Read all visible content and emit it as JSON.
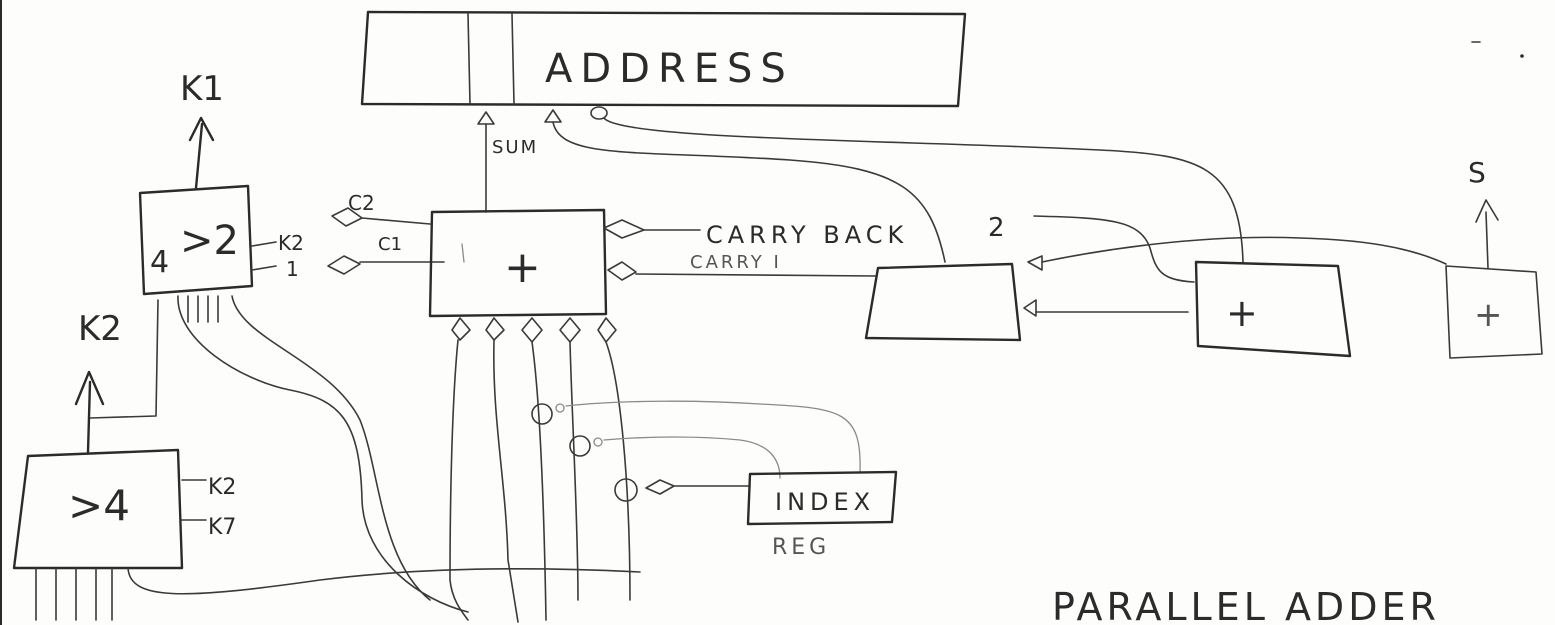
{
  "address_register": {
    "label": "ADDRESS"
  },
  "k1_output": {
    "label": "K1"
  },
  "comparator_gt2": {
    "symbol": ">2",
    "in_label": "4",
    "k2_label": "K2",
    "one_label": "1"
  },
  "k2_output": {
    "label": "K2"
  },
  "comparator_gt4": {
    "symbol": ">4",
    "k2_label": "K2",
    "k7_label": "K7"
  },
  "sum_label": {
    "text": "SUM"
  },
  "c2_label": {
    "text": "C2"
  },
  "c1_label": {
    "text": "C1"
  },
  "main_adder": {
    "symbol": "+"
  },
  "carry_back": {
    "text": "CARRY BACK"
  },
  "carry_in": {
    "text": "CARRY I"
  },
  "label_two": {
    "text": "2"
  },
  "adder_2": {
    "symbol": "+"
  },
  "adder_3": {
    "symbol": "+"
  },
  "s_output": {
    "label": "S"
  },
  "index_reg": {
    "line1": "INDEX",
    "line2": "REG"
  },
  "caption": {
    "text": "PARALLEL ADDER"
  }
}
